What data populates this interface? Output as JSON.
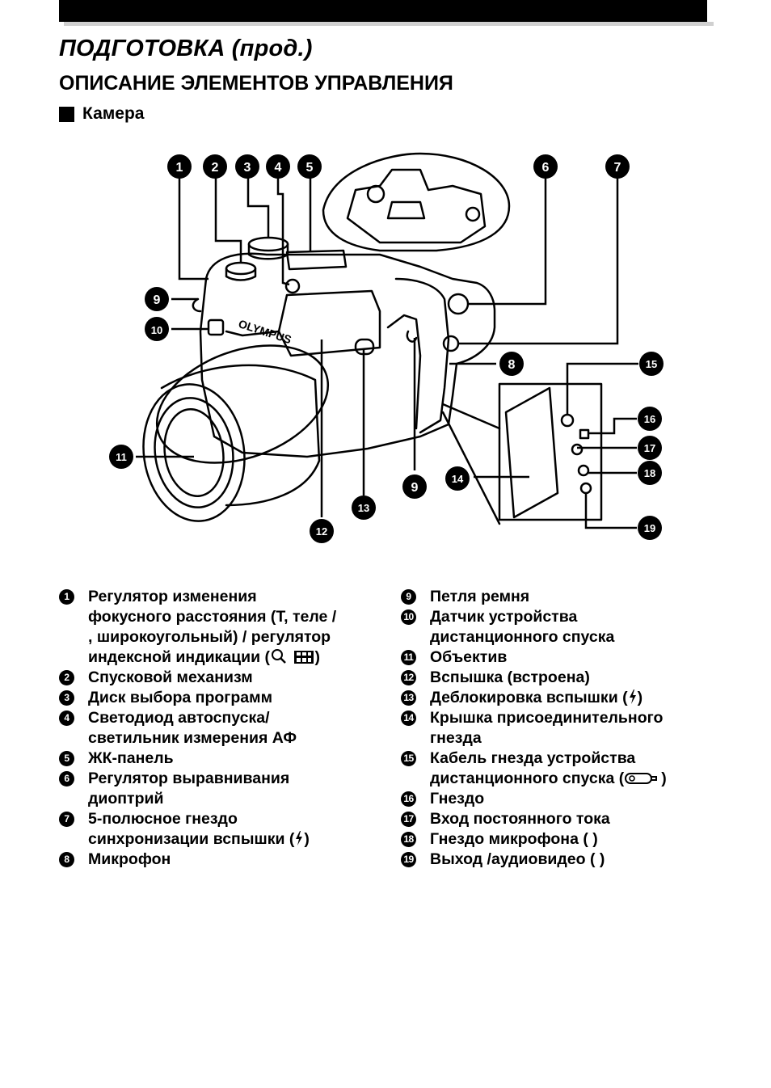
{
  "header": {
    "title": "ПОДГОТОВКА (прод.)",
    "section": "ОПИСАНИЕ ЭЛЕМЕНТОВ УПРАВЛЕНИЯ",
    "subsection": "Камера"
  },
  "diagram": {
    "brand_logo": "OLYMPUS",
    "callouts": [
      "1",
      "2",
      "3",
      "4",
      "5",
      "6",
      "7",
      "8",
      "9",
      "10",
      "11",
      "12",
      "13",
      "14",
      "9",
      "15",
      "16",
      "17",
      "18",
      "19"
    ]
  },
  "legend_left": [
    {
      "num": "1",
      "text": "Регулятор изменения\nфокусного расстояния (T, теле /\n  , широкоугольный) / регулятор\nиндексной индикации (",
      "suffix": ")"
    },
    {
      "num": "2",
      "text": "Спусковой механизм"
    },
    {
      "num": "3",
      "text": "Диск выбора программ"
    },
    {
      "num": "4",
      "text": "Светодиод автоспуска/\nсветильник измерения АФ"
    },
    {
      "num": "5",
      "text": "ЖК-панель"
    },
    {
      "num": "6",
      "text": "Регулятор выравнивания\nдиоптрий"
    },
    {
      "num": "7",
      "text": "5-полюсное гнездо\nсинхронизации вспышки (",
      "suffix": ")"
    },
    {
      "num": "8",
      "text": "Микрофон"
    }
  ],
  "legend_right": [
    {
      "num": "9",
      "text": "Петля ремня"
    },
    {
      "num": "10",
      "text": "Датчик устройства\nдистанционного спуска"
    },
    {
      "num": "11",
      "text": "Объектив"
    },
    {
      "num": "12",
      "text": "Вспышка (встроена)"
    },
    {
      "num": "13",
      "text": "Деблокировка вспышки (",
      "suffix": ")"
    },
    {
      "num": "14",
      "text": "Крышка присоединительного\nгнезда"
    },
    {
      "num": "15",
      "text": "Кабель гнезда устройства\nдистанционного спуска (",
      "suffix": ")"
    },
    {
      "num": "16",
      "text": "Гнездо"
    },
    {
      "num": "17",
      "text": "Вход постоянного тока"
    },
    {
      "num": "18",
      "text": "Гнездо микрофона (      )"
    },
    {
      "num": "19",
      "text": "Выход      /аудиовидео (           )"
    }
  ]
}
